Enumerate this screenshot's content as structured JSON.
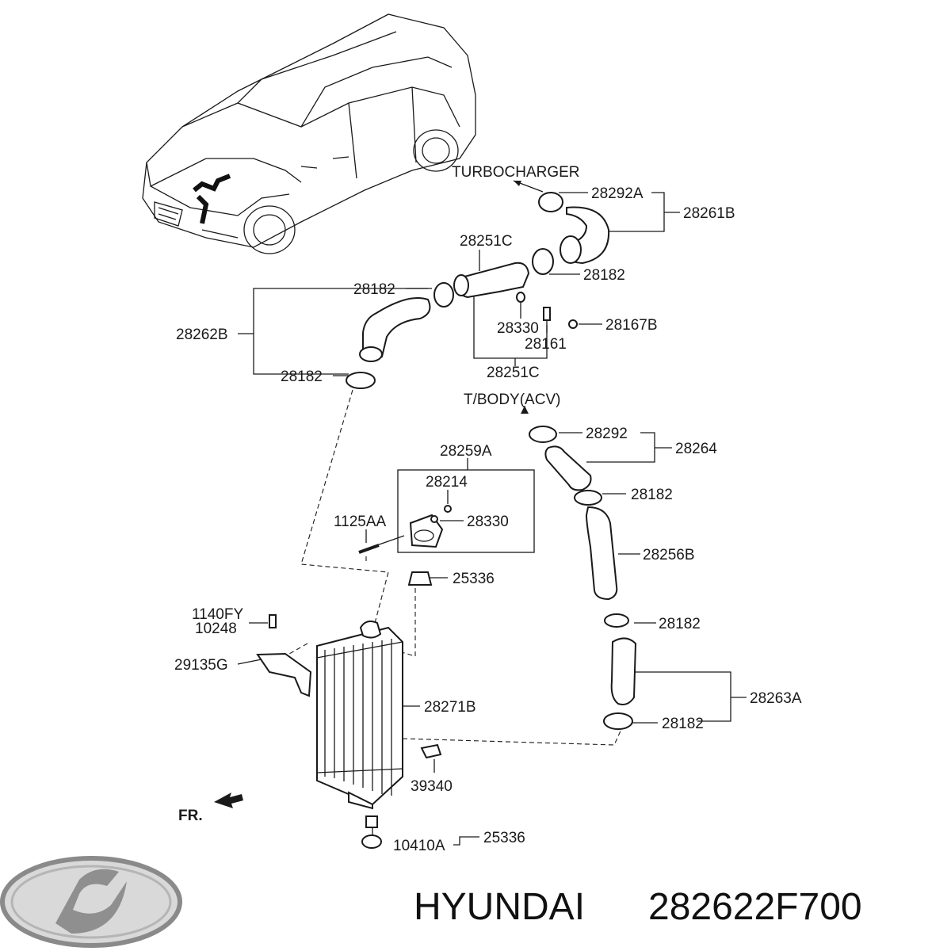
{
  "labels": {
    "turbocharger": "TURBOCHARGER",
    "p28292A": "28292A",
    "p28261B": "28261B",
    "p28251C_top": "28251C",
    "p28182_a": "28182",
    "p28182_b": "28182",
    "p28262B": "28262B",
    "p28330_a": "28330",
    "p28167B": "28167B",
    "p28161": "28161",
    "p28182_c": "28182",
    "p28251C_bottom": "28251C",
    "tbody": "T/BODY(ACV)",
    "p28292": "28292",
    "p28264": "28264",
    "p28259A": "28259A",
    "p28214": "28214",
    "p28182_d": "28182",
    "p1125AA": "1125AA",
    "p28330_b": "28330",
    "p28256B": "28256B",
    "p25336_a": "25336",
    "p1140FY": "1140FY",
    "p10248": "10248",
    "p28182_e": "28182",
    "p29135G": "29135G",
    "p28271B": "28271B",
    "p28263A": "28263A",
    "p28182_f": "28182",
    "p39340": "39340",
    "fr": "FR.",
    "p25336_b": "25336",
    "p10410A": "10410A"
  },
  "footer": {
    "brand": "HYUNDAI",
    "part_number": "282622F700"
  },
  "logo": {
    "icon": "hyundai-logo",
    "color": "#9a9a9a"
  }
}
